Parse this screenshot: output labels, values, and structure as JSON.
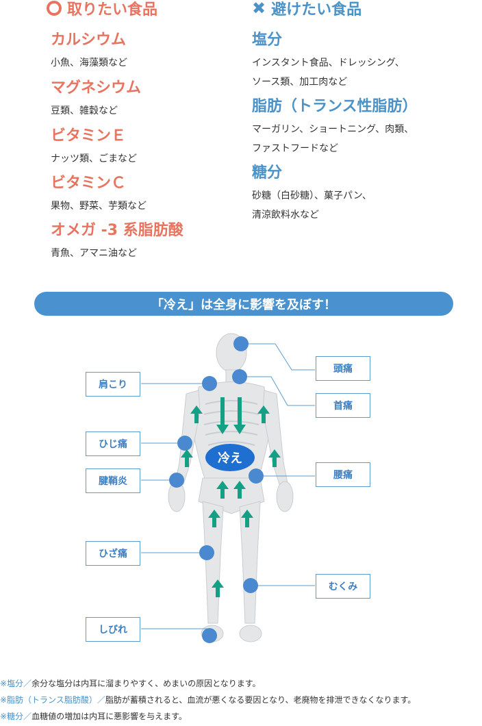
{
  "left": {
    "heading": "取りたい食品",
    "items": [
      {
        "title": "カルシウム",
        "desc": "小魚、海藻類など"
      },
      {
        "title": "マグネシウム",
        "desc": "豆類、雑穀など"
      },
      {
        "title": "ビタミンＥ",
        "desc": "ナッツ類、ごまなど"
      },
      {
        "title": "ビタミンＣ",
        "desc": "果物、野菜、芋類など"
      },
      {
        "title": "オメガ -3 系脂肪酸",
        "desc": "青魚、アマニ油など"
      }
    ]
  },
  "right": {
    "heading": "避けたい食品",
    "items": [
      {
        "title": "塩分",
        "desc1": "インスタント食品、ドレッシング、",
        "desc2": "ソース類、加工肉など"
      },
      {
        "title": "脂肪（トランス性脂肪）",
        "desc1": "マーガリン、ショートニング、肉類、",
        "desc2": "ファストフードなど"
      },
      {
        "title": "糖分",
        "desc1": "砂糖（白砂糖）、菓子パン、",
        "desc2": "清涼飲料水など"
      }
    ]
  },
  "banner": "「冷え」は全身に影響を及ぼす！",
  "figure": {
    "center_label": "冷え",
    "labels": {
      "kata": "肩こり",
      "hiji": "ひじ痛",
      "kensho": "腱鞘炎",
      "hiza": "ひざ痛",
      "shibire": "しびれ",
      "zutsu": "頭痛",
      "kubi": "首痛",
      "koshi": "腰痛",
      "mukumi": "むくみ"
    },
    "colors": {
      "accent_blue": "#4a92cf",
      "arrow_green": "#14a085",
      "salmon": "#e8735f"
    }
  },
  "notes": [
    {
      "key": "※塩分／",
      "text": "余分な塩分は内耳に溜まりやすく、めまいの原因となります。"
    },
    {
      "key": "※脂肪（トランス脂肪酸）／",
      "text": "脂肪が蓄積されると、血流が悪くなる要因となり、老廃物を排泄できなくなります。"
    },
    {
      "key": "※糖分／",
      "text": "血糖値の増加は内耳に悪影響を与えます。"
    }
  ]
}
